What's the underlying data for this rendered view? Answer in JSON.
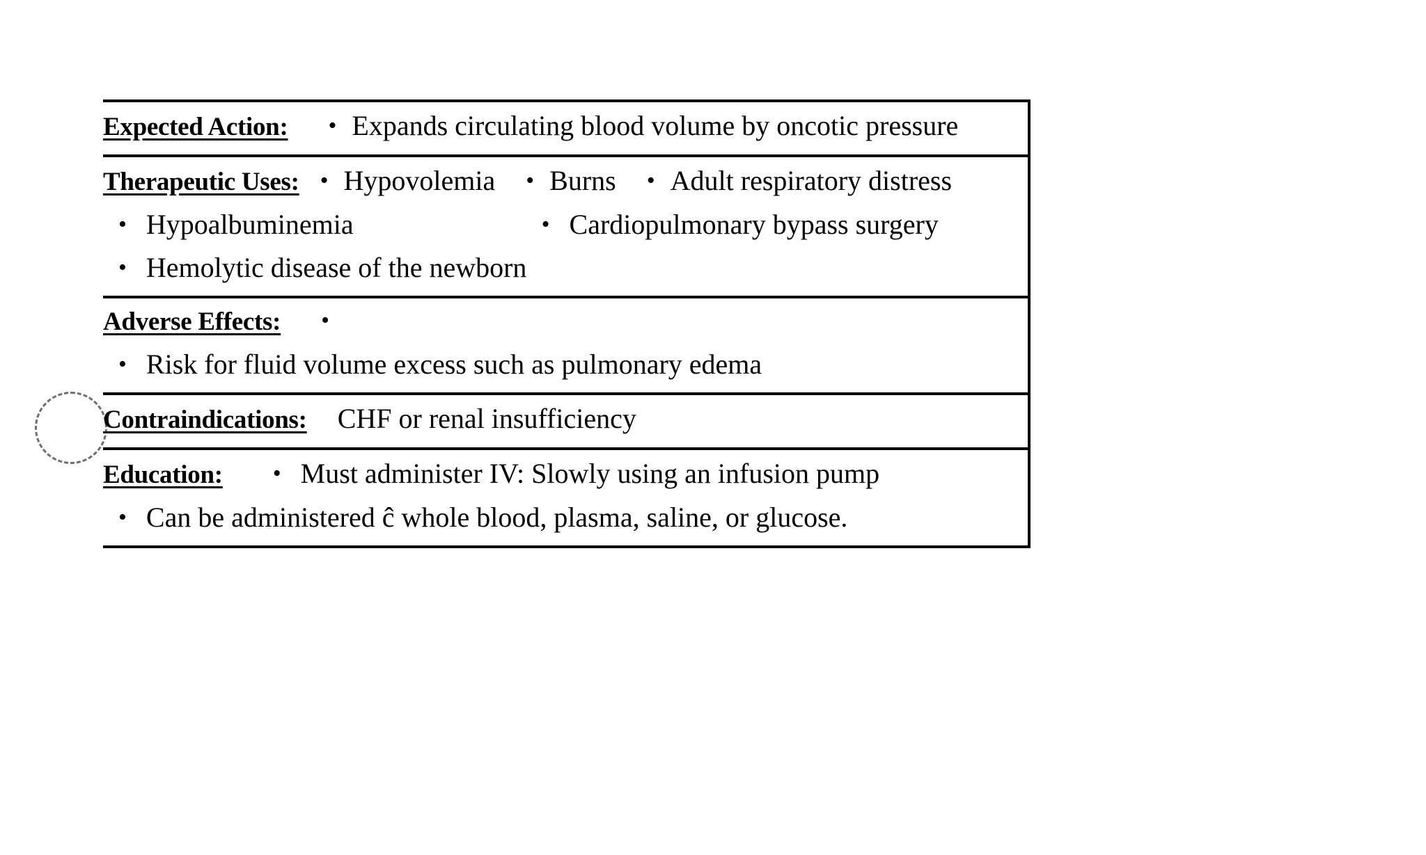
{
  "document": {
    "type": "drug-card-table",
    "rows": [
      {
        "id": "expected-action",
        "label": "Expected Action:",
        "lines": [
          {
            "items": [
              {
                "bullet": true,
                "text": "Expands circulating blood volume by oncotic pressure"
              }
            ]
          }
        ]
      },
      {
        "id": "therapeutic-uses",
        "label": "Therapeutic Uses:",
        "lines": [
          {
            "items": [
              {
                "bullet": true,
                "text": "Hypovolemia"
              },
              {
                "bullet": true,
                "text": "Burns"
              },
              {
                "bullet": true,
                "text": "Adult respiratory distress"
              }
            ]
          },
          {
            "items": [
              {
                "bullet": true,
                "text": "Hypoalbuminemia"
              },
              {
                "bullet": true,
                "text": "Cardiopulmonary bypass surgery"
              }
            ]
          },
          {
            "items": [
              {
                "bullet": true,
                "text": "Hemolytic disease of the newborn"
              }
            ]
          }
        ]
      },
      {
        "id": "adverse-effects",
        "label": "Adverse Effects:",
        "lines": [
          {
            "items": [
              {
                "bullet": true,
                "text": ""
              }
            ]
          },
          {
            "items": [
              {
                "bullet": true,
                "text": "Risk for fluid volume excess such as pulmonary edema"
              }
            ]
          }
        ]
      },
      {
        "id": "contraindications",
        "label": "Contraindications:",
        "lines": [
          {
            "items": [
              {
                "bullet": false,
                "text": "CHF or renal insufficiency"
              }
            ]
          }
        ]
      },
      {
        "id": "education",
        "label": "Education:",
        "lines": [
          {
            "items": [
              {
                "bullet": true,
                "text": "Must administer IV: Slowly using an infusion pump"
              }
            ]
          },
          {
            "items": [
              {
                "bullet": true,
                "text": "Can be administered ĉ whole blood, plasma, saline, or glucose."
              }
            ]
          }
        ]
      }
    ]
  },
  "labels": {
    "expected_action": "Expected Action:",
    "therapeutic_uses": "Therapeutic Uses:",
    "adverse_effects": "Adverse Effects:",
    "contraindications": "Contraindications:",
    "education": "Education:"
  },
  "text": {
    "expected_action_1": "Expands circulating blood volume by oncotic pressure",
    "therapeutic_use_1": "Hypovolemia",
    "therapeutic_use_2": "Burns",
    "therapeutic_use_3": "Adult respiratory distress",
    "therapeutic_use_4": "Hypoalbuminemia",
    "therapeutic_use_5": "Cardiopulmonary bypass surgery",
    "therapeutic_use_6": "Hemolytic disease of the newborn",
    "adverse_effect_1": "Risk for fluid volume excess such as pulmonary edema",
    "contraindications_1": "CHF or renal insufficiency",
    "education_1": "Must administer IV: Slowly using an infusion pump",
    "education_2": "Can be administered ĉ whole blood, plasma, saline, or glucose."
  },
  "glyphs": {
    "bullet": "•"
  },
  "colors": {
    "page_background": "#ffffff",
    "text": "#000000",
    "table_border": "#000000",
    "annotation_circle": "#6e6e6e"
  }
}
